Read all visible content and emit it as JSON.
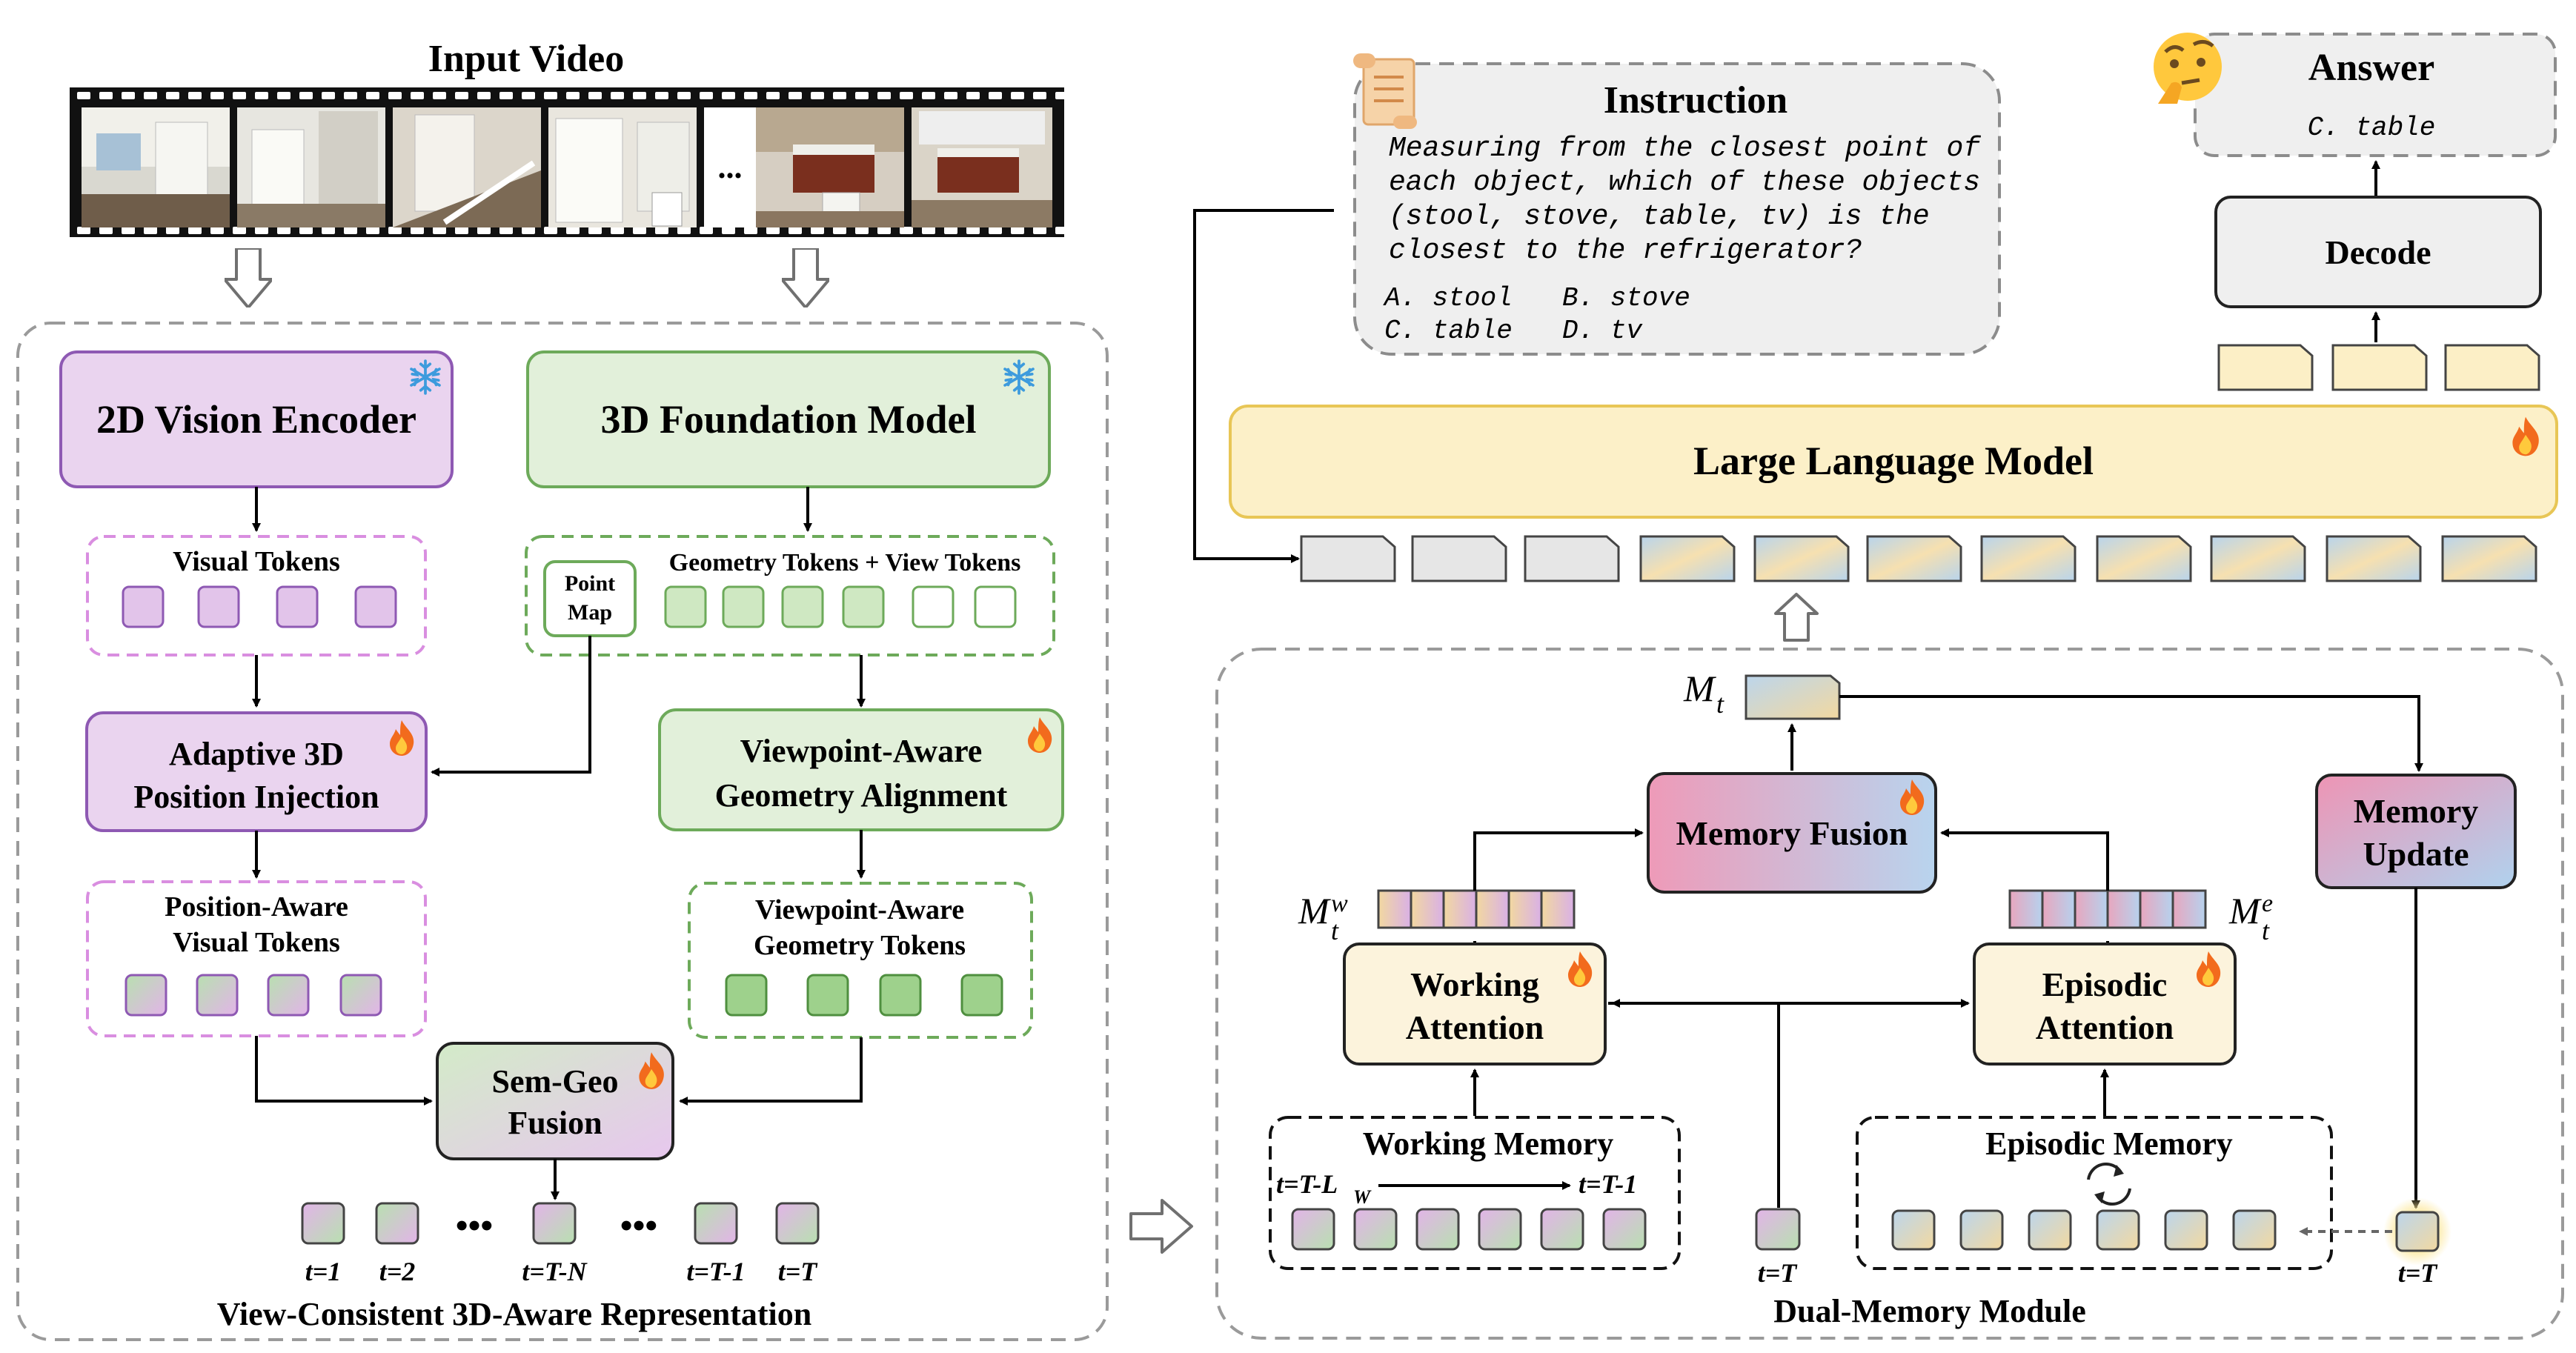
{
  "left_panel": {
    "input_video_title": "Input Video",
    "ellipsis": "...",
    "vision_encoder": "2D Vision Encoder",
    "foundation_model": "3D Foundation Model",
    "visual_tokens": "Visual Tokens",
    "point_map_line1": "Point",
    "point_map_line2": "Map",
    "geometry_tokens": "Geometry Tokens + View Tokens",
    "adaptive_line1": "Adaptive 3D",
    "adaptive_line2": "Position Injection",
    "viewpoint_line1": "Viewpoint-Aware",
    "viewpoint_line2": "Geometry Alignment",
    "pos_tokens_line1": "Position-Aware",
    "pos_tokens_line2": "Visual Tokens",
    "geo_tokens_line1": "Viewpoint-Aware",
    "geo_tokens_line2": "Geometry Tokens",
    "fusion_line1": "Sem-Geo",
    "fusion_line2": "Fusion",
    "dots": "•••",
    "time_labels": [
      "t=1",
      "t=2",
      "t=T-N",
      "t=T-1",
      "t=T"
    ],
    "caption": "View-Consistent 3D-Aware Representation"
  },
  "right_panel": {
    "instruction_title": "Instruction",
    "instruction_lines": [
      "Measuring from the closest point of",
      "each object, which of these objects",
      "(stool, stove, table, tv) is the",
      "closest to the refrigerator?"
    ],
    "options_row1": [
      "A. stool",
      "B. stove"
    ],
    "options_row2": [
      "C. table",
      "D. tv"
    ],
    "answer_title": "Answer",
    "answer_text": "C. table",
    "decode": "Decode",
    "llm": "Large Language Model",
    "memory_label_main": "M",
    "memory_label_sub": "t",
    "working_memory_label_sup": "w",
    "episodic_memory_label_sup": "e",
    "memory_fusion": "Memory Fusion",
    "memory_update_line1": "Memory",
    "memory_update_line2": "Update",
    "working_attention_line1": "Working",
    "working_attention_line2": "Attention",
    "episodic_attention_line1": "Episodic",
    "episodic_attention_line2": "Attention",
    "working_memory": "Working Memory",
    "window_start": "t=T-L",
    "window_start_sub": "W",
    "window_end": "t=T-1",
    "episodic_memory": "Episodic Memory",
    "current_t": "t=T",
    "update_t": "t=T",
    "caption": "Dual-Memory Module"
  },
  "colors": {
    "purple_fill": "#EAD4EF",
    "purple_stroke": "#8E59B3",
    "green_fill": "#E2F0DA",
    "green_stroke": "#6DAA5A",
    "yellow_fill": "#FCF0C8",
    "yellow_stroke": "#E8C656",
    "gray_fill": "#E6E6E6",
    "dash_gray": "#9A9A9A",
    "pink": "#E8A6BE",
    "blue": "#B8D4EC",
    "fire": "#F07A1A",
    "snow": "#4FA6DE"
  }
}
